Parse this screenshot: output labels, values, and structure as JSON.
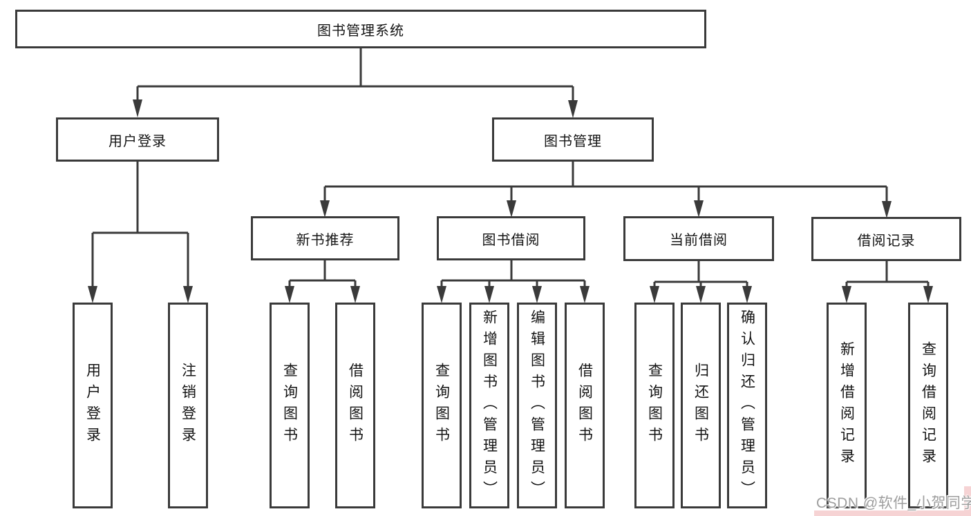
{
  "diagram_title": "图书管理系统",
  "colors": {
    "line": "#3a3a3a",
    "box_border": "#3a3a3a",
    "text": "#141414",
    "watermark_text": "#9d9d9d",
    "watermark_strip": "#f6d3d4",
    "background": "#ffffff"
  },
  "nodes": {
    "root": "图书管理系统",
    "user_login": "用户登录",
    "book_mgmt": "图书管理",
    "new_book_rec": "新书推荐",
    "book_borrow": "图书借阅",
    "current_borrow": "当前借阅",
    "borrow_record": "借阅记录",
    "leaf_user_login": "用户登录",
    "leaf_logout": "注销登录",
    "leaf_rec_query": "查询图书",
    "leaf_rec_borrow": "借阅图书",
    "leaf_bb_query": "查询图书",
    "leaf_bb_add": "新增图书（管理员）",
    "leaf_bb_edit": "编辑图书（管理员）",
    "leaf_bb_borrow": "借阅图书",
    "leaf_cb_query": "查询图书",
    "leaf_cb_return": "归还图书",
    "leaf_cb_confirm": "确认归还（管理员）",
    "leaf_br_add": "新增借阅记录",
    "leaf_br_query": "查询借阅记录"
  },
  "hierarchy": {
    "图书管理系统": {
      "用户登录": [
        "用户登录",
        "注销登录"
      ],
      "图书管理": {
        "新书推荐": [
          "查询图书",
          "借阅图书"
        ],
        "图书借阅": [
          "查询图书",
          "新增图书（管理员）",
          "编辑图书（管理员）",
          "借阅图书"
        ],
        "当前借阅": [
          "查询图书",
          "归还图书",
          "确认归还（管理员）"
        ],
        "借阅记录": [
          "新增借阅记录",
          "查询借阅记录"
        ]
      }
    }
  },
  "watermark": "CSDN @软件_小贺同学"
}
